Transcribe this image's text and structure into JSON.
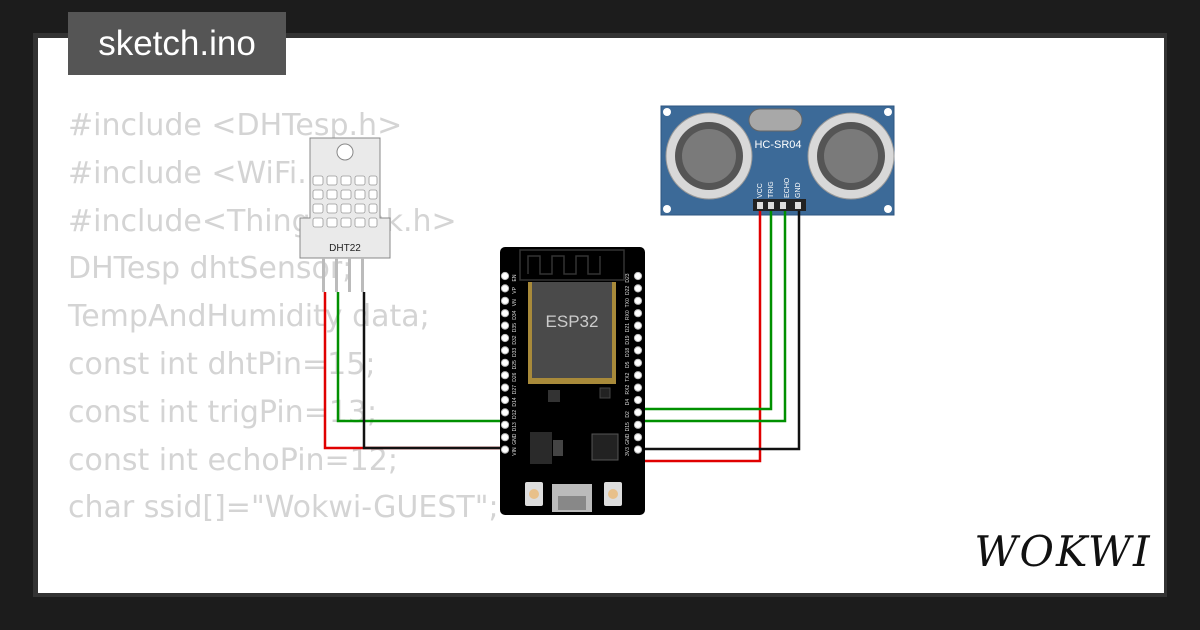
{
  "tab": {
    "filename": "sketch.ino"
  },
  "code_lines": [
    "#include <DHTesp.h>",
    "#include <WiFi.h>",
    "#include<ThingSpeak.h>",
    "DHTesp dhtSensor;",
    "TempAndHumidity data;",
    "const int dhtPin=15;",
    "",
    "const int trigPin=13;",
    "const int echoPin=12;",
    "",
    "char ssid[]=\"Wokwi-GUEST\";"
  ],
  "components": {
    "dht": {
      "label": "DHT22"
    },
    "esp32": {
      "label": "ESP32"
    },
    "ultrasonic": {
      "label": "HC-SR04",
      "pins": [
        "VCC",
        "TRIG",
        "ECHO",
        "GND"
      ]
    }
  },
  "esp32_left_pins": [
    "EN",
    "VP",
    "VN",
    "D34",
    "D35",
    "D32",
    "D33",
    "D25",
    "D26",
    "D27",
    "D14",
    "D12",
    "D13",
    "GND",
    "VIN"
  ],
  "esp32_right_pins": [
    "D23",
    "D22",
    "TX0",
    "RX0",
    "D21",
    "D19",
    "D18",
    "D5",
    "TX2",
    "RX2",
    "D4",
    "D2",
    "D15",
    "GND",
    "3V3"
  ],
  "wire_colors": {
    "power": "#e00000",
    "signal": "#009000",
    "ground": "#111111"
  },
  "brand": {
    "logo": "WOKWI"
  }
}
